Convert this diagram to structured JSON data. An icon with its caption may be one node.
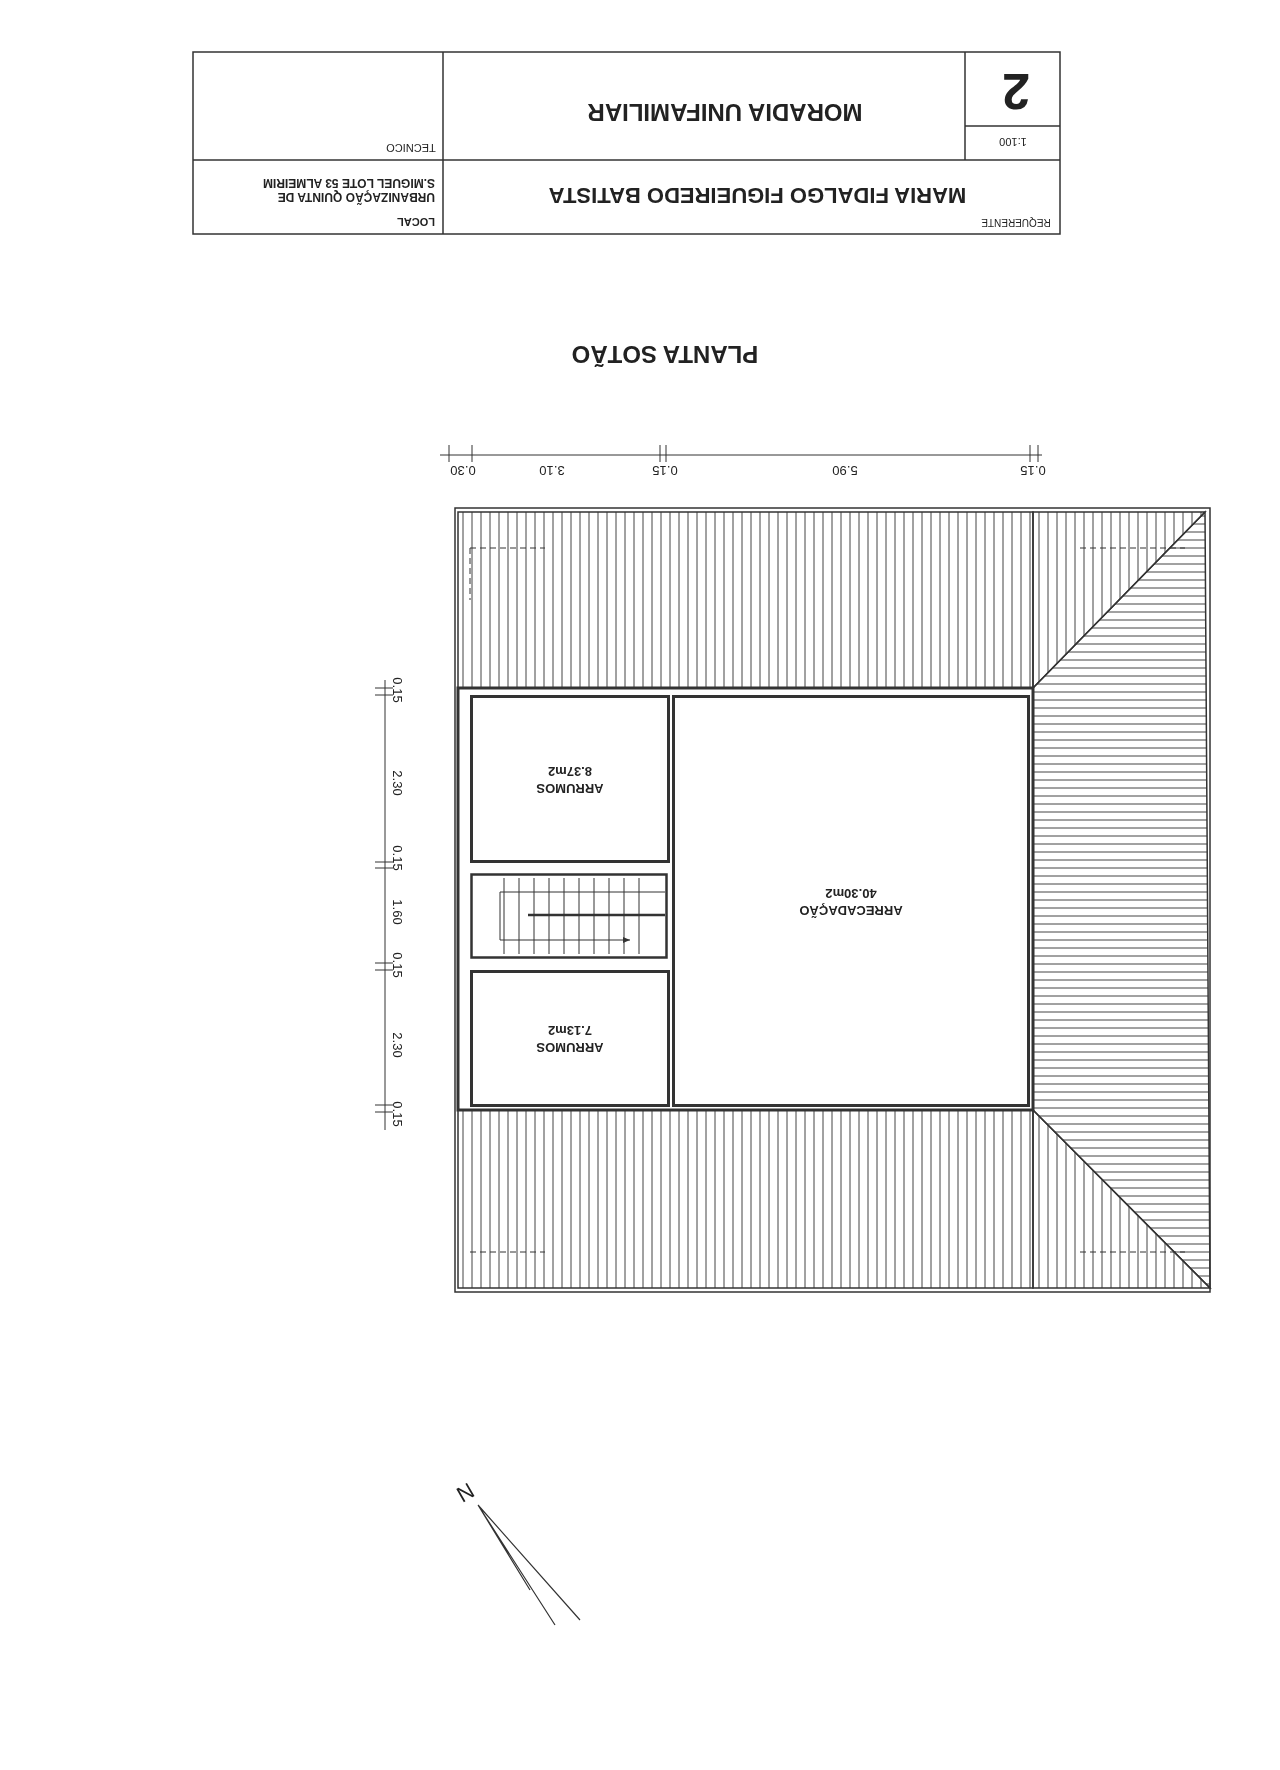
{
  "diagram": {
    "title": "PLANTA SOTÃO",
    "nodes": [
      {
        "text": [
          "ARRUMOS",
          "8.37m2"
        ]
      },
      {
        "text": [
          "ARRECADAÇÃO",
          "40.30m2"
        ]
      },
      {
        "text": [
          "ARRUMOS",
          "7.13m2"
        ]
      },
      {
        "text": [],
        "shape": "stairs"
      }
    ],
    "labels": [
      "TECNICO",
      "MORADIA UNIFAMILIAR",
      "2",
      "1:100",
      "LOCAL",
      "URBANIZAÇÃO QUINTA DE S.MIGUEL LOTE 53 ALMEIRIM",
      "REQUERENTE",
      "MARIA FIDALGO FIGUEIREDO BATISTA",
      "0.30",
      "3.10",
      "0.15",
      "5.90",
      "0.15",
      "0.15",
      "2.30",
      "0.15",
      "1.60",
      "0.15",
      "2.30",
      "0.15",
      "N"
    ]
  }
}
